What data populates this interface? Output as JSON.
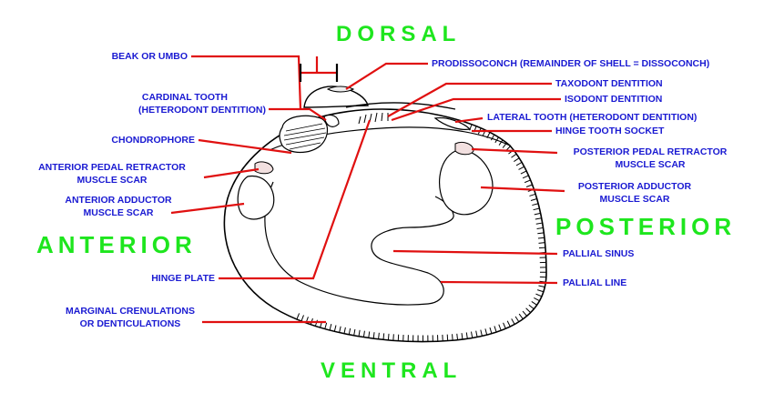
{
  "directions": {
    "dorsal": "DORSAL",
    "ventral": "VENTRAL",
    "anterior": "ANTERIOR",
    "posterior": "POSTERIOR"
  },
  "labels": {
    "beak": "BEAK OR UMBO",
    "cardinal_1": "CARDINAL TOOTH",
    "cardinal_2": "(HETERODONT DENTITION)",
    "chondrophore": "CHONDROPHORE",
    "ant_pedal_1": "ANTERIOR PEDAL RETRACTOR",
    "ant_pedal_2": "MUSCLE SCAR",
    "ant_adductor_1": "ANTERIOR ADDUCTOR",
    "ant_adductor_2": "MUSCLE SCAR",
    "hinge_plate": "HINGE PLATE",
    "marginal_1": "MARGINAL CRENULATIONS",
    "marginal_2": "OR DENTICULATIONS",
    "prodissoconch": "PRODISSOCONCH (REMAINDER OF SHELL = DISSOCONCH)",
    "taxodont": "TAXODONT DENTITION",
    "isodont": "ISODONT DENTITION",
    "lateral": "LATERAL TOOTH (HETERODONT DENTITION)",
    "socket": "HINGE TOOTH SOCKET",
    "post_pedal_1": "POSTERIOR PEDAL RETRACTOR",
    "post_pedal_2": "MUSCLE SCAR",
    "post_adductor_1": "POSTERIOR ADDUCTOR",
    "post_adductor_2": "MUSCLE SCAR",
    "pallial_sinus": "PALLIAL SINUS",
    "pallial_line": "PALLIAL LINE"
  },
  "colors": {
    "direction_text": "#1ee61e",
    "label_text": "#1a1ad2",
    "leader_line": "#e01010",
    "outline": "#000000"
  }
}
